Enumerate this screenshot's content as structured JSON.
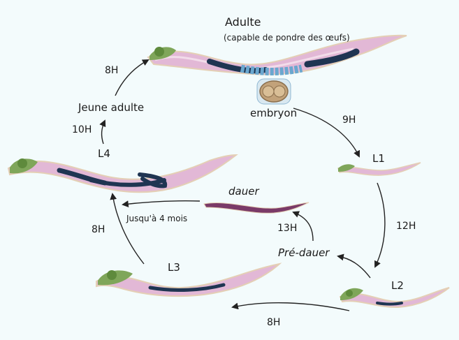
{
  "stages": {
    "adult": "Adulte",
    "adult_note": "(capable de pondre des œufs)",
    "embryo": "embryon",
    "l1": "L1",
    "l2": "L2",
    "l3": "L3",
    "l4": "L4",
    "young_adult": "Jeune adulte",
    "dauer": "dauer",
    "predauer": "Pré-dauer"
  },
  "durations": {
    "embryo_to_l1": "9H",
    "l1_to_l2": "12H",
    "l2_to_l3": "8H",
    "l3_to_l4": "8H",
    "l4_to_young_adult": "10H",
    "young_adult_to_adult": "8H",
    "predauer_to_dauer": "13H",
    "dauer_to_l4": "Jusqu'à 4 mois"
  },
  "colors": {
    "background": "#f3fbfc",
    "worm_body": "#e2b8d6",
    "worm_outline": "#e4cfb5",
    "pharynx": "#7fa65a",
    "gonad": "#1f3552",
    "egg_row": "#6aa7cf",
    "arrow": "#222222"
  }
}
